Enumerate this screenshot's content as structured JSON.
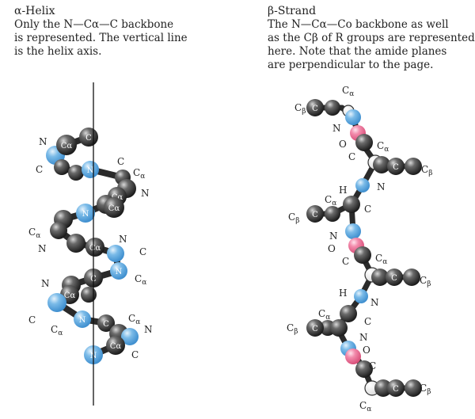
{
  "left_panel": {
    "title": "α-Helix",
    "caption_line1": "Only the N—Cα—C backbone",
    "caption_line2": "is represented.  The vertical line",
    "caption_line3": "is the helix axis."
  },
  "right_panel": {
    "title": "β-Strand",
    "caption_line1": "The N—Cα—Co backbone as well",
    "caption_line2": "as the Cβ of R groups are represented",
    "caption_line3": "here.  Note that the amide planes",
    "caption_line4": "are perpendicular to the page."
  },
  "atom_symbols": {
    "N": "N",
    "C": "C",
    "O": "O",
    "H": "H",
    "Ca": "Cα",
    "Cb": "Cβ"
  },
  "colors": {
    "carbon": "#333333",
    "nitrogen": "#5aa6dd",
    "oxygen": "#ee6f95",
    "hydrogen": "#ffffff",
    "axis": "#111111"
  }
}
